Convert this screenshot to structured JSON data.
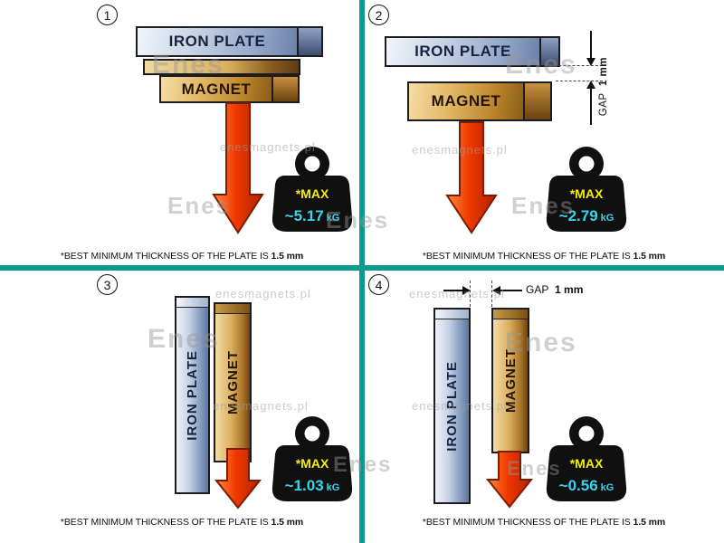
{
  "watermark": {
    "site": "enesmagnets.pl",
    "logo": "Enes"
  },
  "panels": [
    {
      "number": "1",
      "plate": "IRON PLATE",
      "magnet": "MAGNET",
      "max": "*MAX",
      "value": "~5.17",
      "unit": "kG",
      "footnote": "*BEST MINIMUM THICKNESS OF THE PLATE IS",
      "footnote_bold": "1.5 mm"
    },
    {
      "number": "2",
      "plate": "IRON PLATE",
      "magnet": "MAGNET",
      "max": "*MAX",
      "value": "~2.79",
      "unit": "kG",
      "gap": "GAP",
      "gap_value": "1 mm",
      "footnote": "*BEST MINIMUM THICKNESS OF THE PLATE IS",
      "footnote_bold": "1.5 mm"
    },
    {
      "number": "3",
      "plate": "IRON PLATE",
      "magnet": "MAGNET",
      "max": "*MAX",
      "value": "~1.03",
      "unit": "kG",
      "footnote": "*BEST MINIMUM THICKNESS OF THE PLATE IS",
      "footnote_bold": "1.5 mm"
    },
    {
      "number": "4",
      "plate": "IRON PLATE",
      "magnet": "MAGNET",
      "max": "*MAX",
      "value": "~0.56",
      "unit": "kG",
      "gap": "GAP",
      "gap_value": "1 mm",
      "footnote": "*BEST MINIMUM THICKNESS OF THE PLATE IS",
      "footnote_bold": "1.5 mm"
    }
  ],
  "colors": {
    "divider": "#0a9a8e",
    "arrow": "#e83a00",
    "max_text": "#f6ef00",
    "value_text": "#37d5f0"
  }
}
